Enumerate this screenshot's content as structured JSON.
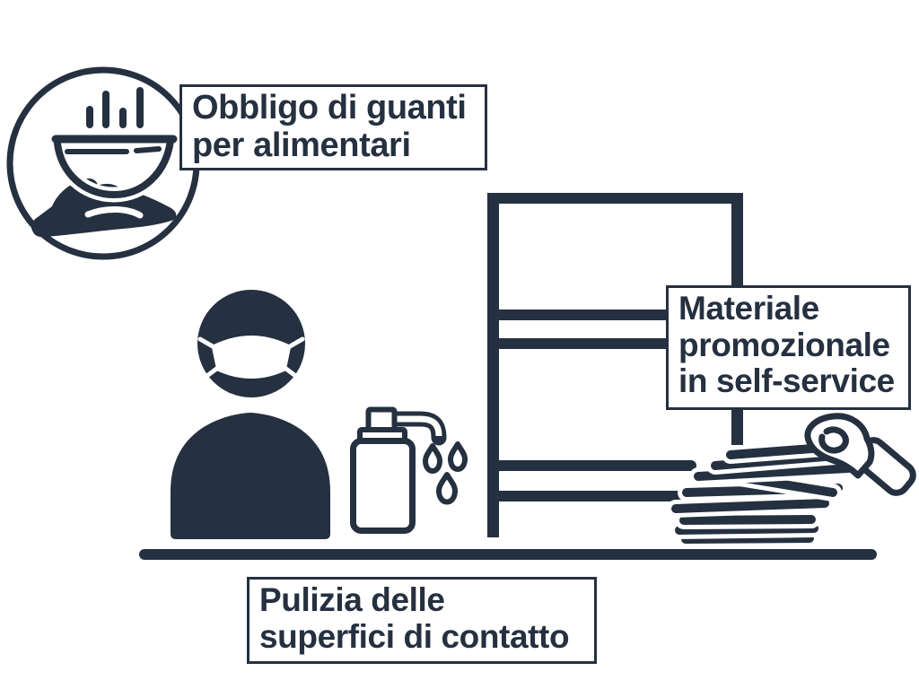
{
  "colors": {
    "ink": "#253040",
    "background": "#ffffff"
  },
  "labels": {
    "gloves": {
      "line1": "Obbligo di guanti",
      "line2": "per alimentari"
    },
    "promo": {
      "line1": "Materiale",
      "line2": "promozionale",
      "line3": "in self-service"
    },
    "cleaning": {
      "line1": "Pulizia delle",
      "line2": "superfici di contatto"
    }
  },
  "icons": [
    "hand-serving-food-icon",
    "masked-person-icon",
    "sanitizer-dispenser-icon",
    "shelf-rack",
    "leaflet-stack",
    "gloved-hand-icon",
    "counter-surface"
  ]
}
